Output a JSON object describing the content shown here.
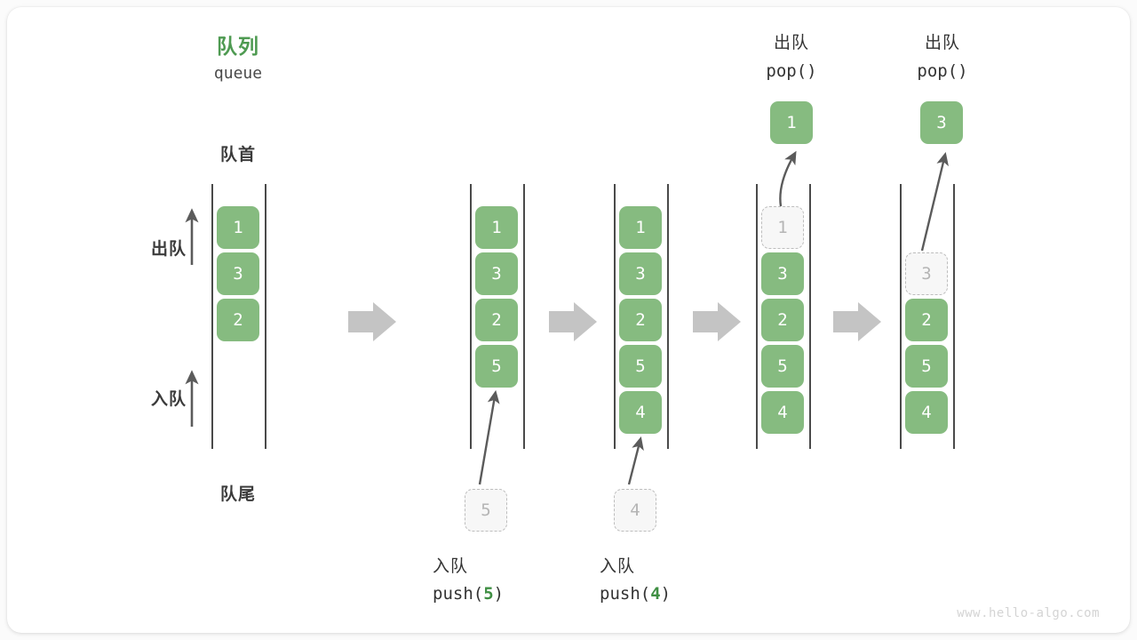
{
  "meta": {
    "watermark": "www.hello-algo.com",
    "accent_green": "#4e9a51",
    "cell_green": "#86bb80",
    "ghost_gray": "#bdbdbd",
    "arrow_gray": "#c4c4c4"
  },
  "header": {
    "title_cn": "队列",
    "title_en": "queue"
  },
  "annotations": {
    "front_label": "队首",
    "rear_label": "队尾",
    "dequeue_label": "出队",
    "enqueue_label": "入队"
  },
  "columns": [
    {
      "id": "initial",
      "cells": [
        {
          "value": "1",
          "state": "filled"
        },
        {
          "value": "3",
          "state": "filled"
        },
        {
          "value": "2",
          "state": "filled"
        },
        {
          "value": "",
          "state": "empty"
        },
        {
          "value": "",
          "state": "empty"
        }
      ]
    },
    {
      "id": "after-push-5",
      "cells": [
        {
          "value": "1",
          "state": "filled"
        },
        {
          "value": "3",
          "state": "filled"
        },
        {
          "value": "2",
          "state": "filled"
        },
        {
          "value": "5",
          "state": "filled"
        },
        {
          "value": "",
          "state": "empty"
        }
      ],
      "incoming": {
        "value": "5",
        "state": "ghost"
      },
      "op_cn": "入队",
      "op_code_prefix": "push(",
      "op_code_arg": "5",
      "op_code_suffix": ")"
    },
    {
      "id": "after-push-4",
      "cells": [
        {
          "value": "1",
          "state": "filled"
        },
        {
          "value": "3",
          "state": "filled"
        },
        {
          "value": "2",
          "state": "filled"
        },
        {
          "value": "5",
          "state": "filled"
        },
        {
          "value": "4",
          "state": "filled"
        }
      ],
      "incoming": {
        "value": "4",
        "state": "ghost"
      },
      "op_cn": "入队",
      "op_code_prefix": "push(",
      "op_code_arg": "4",
      "op_code_suffix": ")"
    },
    {
      "id": "after-pop-1",
      "cells": [
        {
          "value": "1",
          "state": "ghost"
        },
        {
          "value": "3",
          "state": "filled"
        },
        {
          "value": "2",
          "state": "filled"
        },
        {
          "value": "5",
          "state": "filled"
        },
        {
          "value": "4",
          "state": "filled"
        }
      ],
      "popped": {
        "value": "1",
        "state": "filled"
      },
      "op_cn": "出队",
      "op_code": "pop()"
    },
    {
      "id": "after-pop-3",
      "cells": [
        {
          "value": "",
          "state": "empty"
        },
        {
          "value": "3",
          "state": "ghost"
        },
        {
          "value": "2",
          "state": "filled"
        },
        {
          "value": "5",
          "state": "filled"
        },
        {
          "value": "4",
          "state": "filled"
        }
      ],
      "popped": {
        "value": "3",
        "state": "filled"
      },
      "op_cn": "出队",
      "op_code": "pop()"
    }
  ]
}
